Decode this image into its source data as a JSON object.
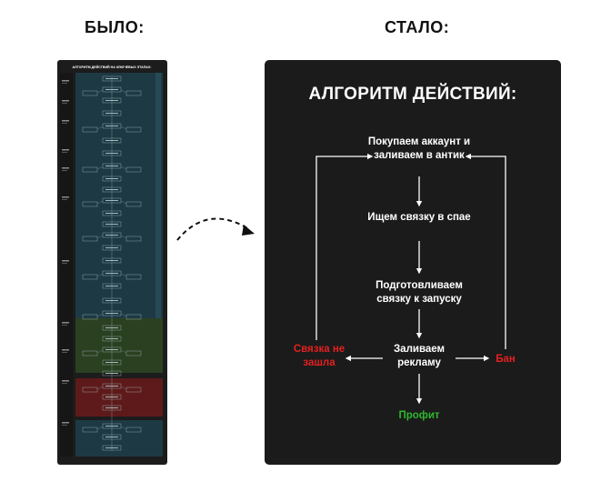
{
  "headings": {
    "before": "БЫЛО:",
    "after": "СТАЛО:"
  },
  "before_panel": {
    "title": "АЛГОРИТМ ДЕЙСТВИЙ НА КЛЮЧЕВЫХ ЭТАПАХ:",
    "colors": {
      "background": "#1c1c1c",
      "teal": "#1d3a44",
      "green": "#2b4020",
      "red": "#5e1a1a"
    }
  },
  "after_panel": {
    "title": "АЛГОРИТМ ДЕЙСТВИЙ:",
    "nodes": {
      "buy": "Покупаем аккаунт и заливаем в антик",
      "find": "Ищем связку в спае",
      "prepare": "Подготовливаем связку к запуску",
      "launch": "Заливаем рекламу",
      "fail": "Связка не зашла",
      "ban": "Бан",
      "profit": "Профит"
    },
    "colors": {
      "background": "#1b1b1b",
      "text": "#ffffff",
      "negative": "#e32020",
      "positive": "#2fb62f"
    }
  }
}
